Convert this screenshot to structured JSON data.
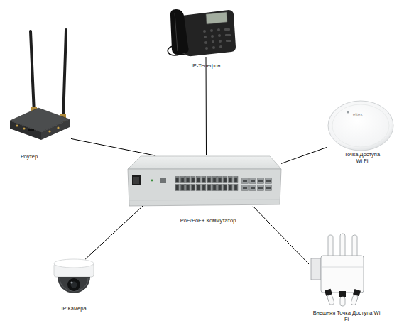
{
  "diagram": {
    "nodes": [
      {
        "text": [
          "IP-Телефон"
        ]
      },
      {
        "text": [
          "Роутер"
        ]
      },
      {
        "text": [
          "Точка Доступа Wi Fi"
        ]
      },
      {
        "text": [
          "PoE/PoE+ Коммутатор"
        ]
      },
      {
        "text": [
          "IP Камера"
        ]
      },
      {
        "text": [
          "Внешняя Точка Доступа Wi Fi"
        ]
      }
    ],
    "edges": [
      {
        "from": 0,
        "to": 3,
        "arrow": "none"
      },
      {
        "from": 1,
        "to": 3,
        "arrow": "none"
      },
      {
        "from": 2,
        "to": 3,
        "arrow": "none"
      },
      {
        "from": 4,
        "to": 3,
        "arrow": "none"
      },
      {
        "from": 5,
        "to": 3,
        "arrow": "none"
      }
    ],
    "labels": [
      "eltex"
    ]
  }
}
